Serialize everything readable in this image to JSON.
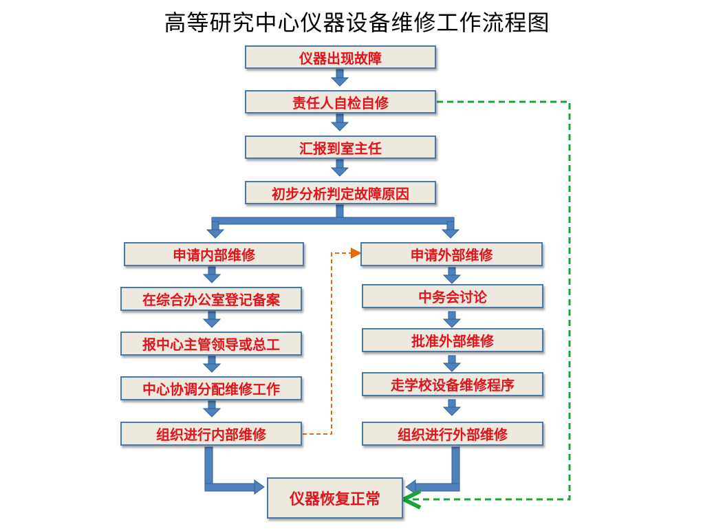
{
  "title": "高等研究中心仪器设备维修工作流程图",
  "colors": {
    "box_fill": "#ede9df",
    "box_border": "#4a78a8",
    "box_text": "#e0141b",
    "arrow_fill": "#4f81bd",
    "orange_dashed": "#e36c0a",
    "green_dashed": "#19a33a"
  },
  "steps": {
    "fault": "仪器出现故障",
    "self_check": "责任人自检自修",
    "report_head": "汇报到室主任",
    "analyze": "初步分析判定故障原因",
    "internal": {
      "apply": "申请内部维修",
      "register": "在综合办公室登记备案",
      "report_leader": "报中心主管领导或总工",
      "coordinate": "中心协调分配维修工作",
      "execute": "组织进行内部维修"
    },
    "external": {
      "apply": "申请外部维修",
      "discuss": "中务会讨论",
      "approve": "批准外部维修",
      "school_process": "走学校设备维修程序",
      "execute": "组织进行外部维修"
    },
    "restored": "仪器恢复正常"
  }
}
